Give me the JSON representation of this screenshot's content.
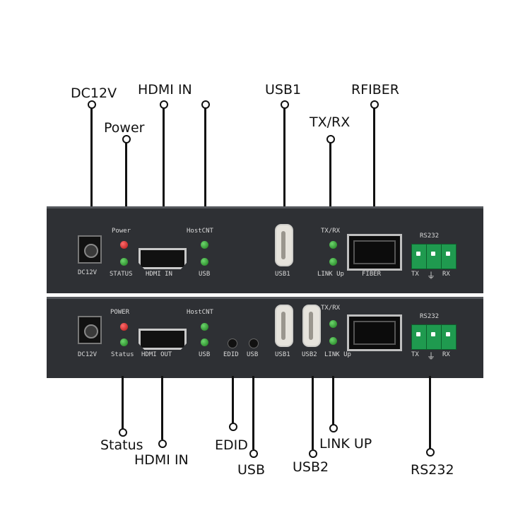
{
  "callouts_top": {
    "dc12v": "DC12V",
    "hdmi_in": "HDMI IN",
    "usb1": "USB1",
    "rfiber": "RFIBER",
    "power": "Power",
    "txrx": "TX/RX"
  },
  "callouts_bottom": {
    "status": "Status",
    "hdmi_in": "HDMI IN",
    "edid": "EDID",
    "usb": "USB",
    "usb2": "USB2",
    "link_up": "LINK UP",
    "rs232": "RS232"
  },
  "transmitter_panel": {
    "power": "Power",
    "status": "STATUS",
    "dc12v": "DC12V",
    "hdmi_in": "HDMI IN",
    "hostcnt": "HostCNT",
    "usb": "USB",
    "usb1": "USB1",
    "txrx": "TX/RX",
    "link_up": "LINK Up",
    "fiber": "FIBER",
    "rs232": "RS232",
    "tx": "TX",
    "rx": "RX"
  },
  "receiver_panel": {
    "power": "POWER",
    "status": "Status",
    "dc12v": "DC12V",
    "hdmi_out": "HDMI OUT",
    "hostcnt": "HostCNT",
    "usb": "USB",
    "edid": "EDID",
    "usb_small": "USB",
    "usb1": "USB1",
    "usb2": "USB2",
    "txrx": "TX/RX",
    "link_up": "LINK Up",
    "rs232": "RS232",
    "tx": "TX",
    "rx": "RX"
  },
  "colors": {
    "panel": "#2e3034",
    "led_green": "#2bb32b",
    "led_red": "#e01e1e",
    "terminal": "#1f9a4f"
  }
}
